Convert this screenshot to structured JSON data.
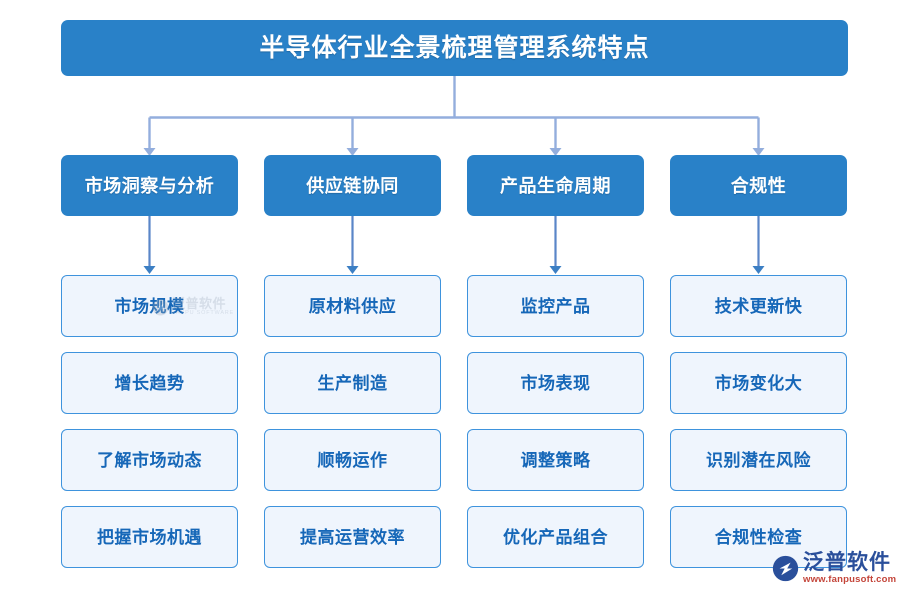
{
  "diagram": {
    "title": "半导体行业全景梳理管理系统特点",
    "accent_color": "#2981c8",
    "leaf_fill_color": "#eff5fd",
    "leaf_border_color": "#3e93dd",
    "leaf_text_color": "#1667b8",
    "connector_color": "#93aedd",
    "branch_arrow_color": "#5a86c8",
    "columns": [
      {
        "category": "市场洞察与分析",
        "items": [
          "市场规模",
          "增长趋势",
          "了解市场动态",
          "把握市场机遇"
        ]
      },
      {
        "category": "供应链协同",
        "items": [
          "原材料供应",
          "生产制造",
          "顺畅运作",
          "提高运营效率"
        ]
      },
      {
        "category": "产品生命周期",
        "items": [
          "监控产品",
          "市场表现",
          "调整策略",
          "优化产品组合"
        ]
      },
      {
        "category": "合规性",
        "items": [
          "技术更新快",
          "市场变化大",
          "识别潜在风险",
          "合规性检查"
        ]
      }
    ]
  },
  "watermark": {
    "cn": "泛普软件",
    "en": "FANPU SOFTWARE"
  },
  "logo": {
    "cn": "泛普软件",
    "url": "www.fanpusoft.com"
  }
}
